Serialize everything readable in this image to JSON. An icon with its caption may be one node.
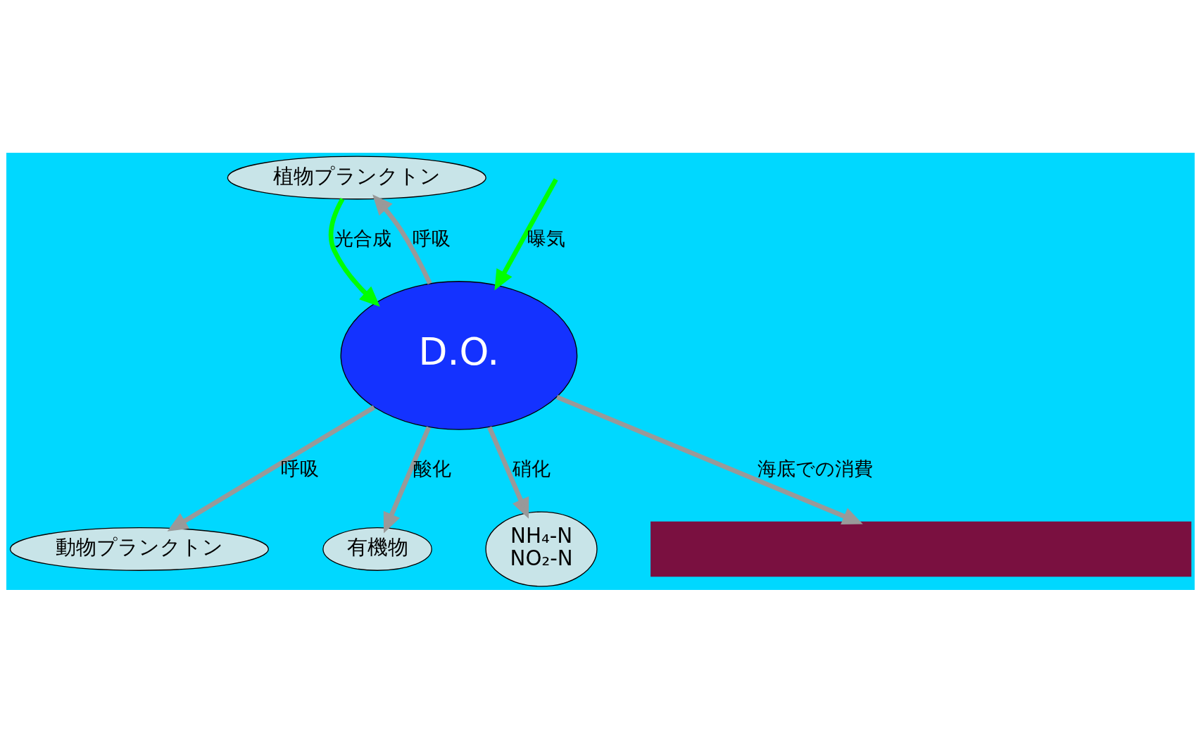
{
  "diagram": {
    "nodes": [
      {
        "text": [
          "植物プランクトン"
        ]
      },
      {
        "text": [
          "動物プランクトン"
        ]
      },
      {
        "text": [
          "D.O."
        ]
      },
      {
        "text": [
          "有機物"
        ]
      },
      {
        "text": [
          "NH₄-N NO₂-N"
        ]
      },
      {
        "text": [],
        "shape": "bar"
      }
    ],
    "edges": [
      {
        "from": null,
        "to": 2,
        "arrow": "to",
        "label": "曝気",
        "color": "#00ff00"
      },
      {
        "from": 0,
        "to": 2,
        "arrow": "to",
        "label": "光合成",
        "color": "#00ff00"
      },
      {
        "from": 2,
        "to": 0,
        "arrow": "to",
        "label": "呼吸"
      },
      {
        "from": 2,
        "to": 1,
        "arrow": "to",
        "label": "呼吸"
      },
      {
        "from": 2,
        "to": 3,
        "arrow": "to",
        "label": "酸化"
      },
      {
        "from": 2,
        "to": 4,
        "arrow": "to",
        "label": "硝化"
      },
      {
        "from": 2,
        "to": 5,
        "arrow": "to",
        "label": "海底での消費"
      }
    ]
  }
}
